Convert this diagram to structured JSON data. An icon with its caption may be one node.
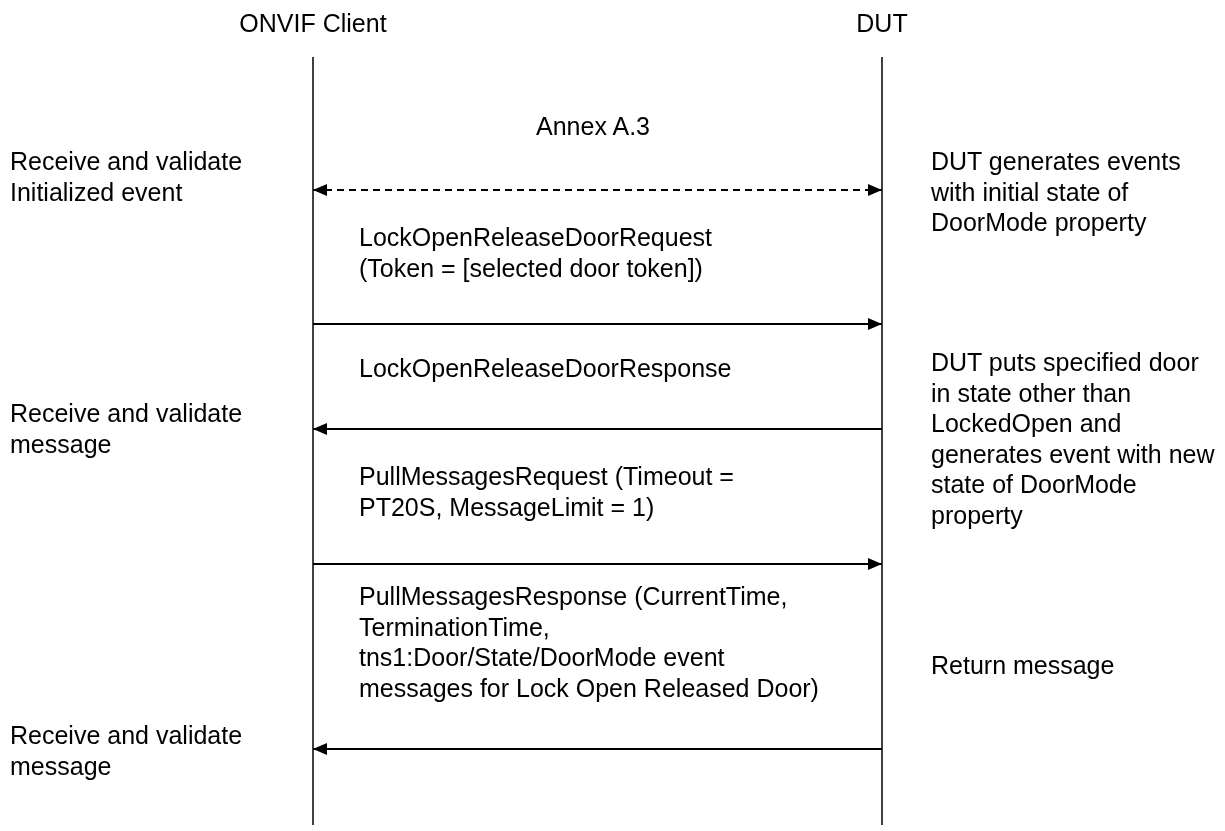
{
  "diagram": {
    "nodes": [
      {
        "text": [
          "ONVIF Client"
        ]
      },
      {
        "text": [
          "DUT"
        ]
      }
    ],
    "edges": [
      {
        "from": 0,
        "to": 1,
        "arrow": "both",
        "style": "dashed",
        "label": "Annex A.3"
      },
      {
        "from": 0,
        "to": 1,
        "arrow": "to",
        "label": "LockOpenReleaseDoorRequest (Token = [selected door token])"
      },
      {
        "from": 1,
        "to": 0,
        "arrow": "to",
        "label": "LockOpenReleaseDoorResponse"
      },
      {
        "from": 0,
        "to": 1,
        "arrow": "to",
        "label": "PullMessagesRequest (Timeout = PT20S, MessageLimit = 1)"
      },
      {
        "from": 1,
        "to": 0,
        "arrow": "to",
        "label": "PullMessagesResponse (CurrentTime, TerminationTime, tns1:Door/State/DoorMode event messages for Lock Open Released Door)"
      }
    ],
    "labels": [
      "Receive and validate Initialized event",
      "DUT generates events with initial state of DoorMode property",
      "DUT puts specified door in state other than LockedOpen and generates event with new state of DoorMode property",
      "Receive and validate message",
      "Return message",
      "Receive and validate message"
    ]
  }
}
